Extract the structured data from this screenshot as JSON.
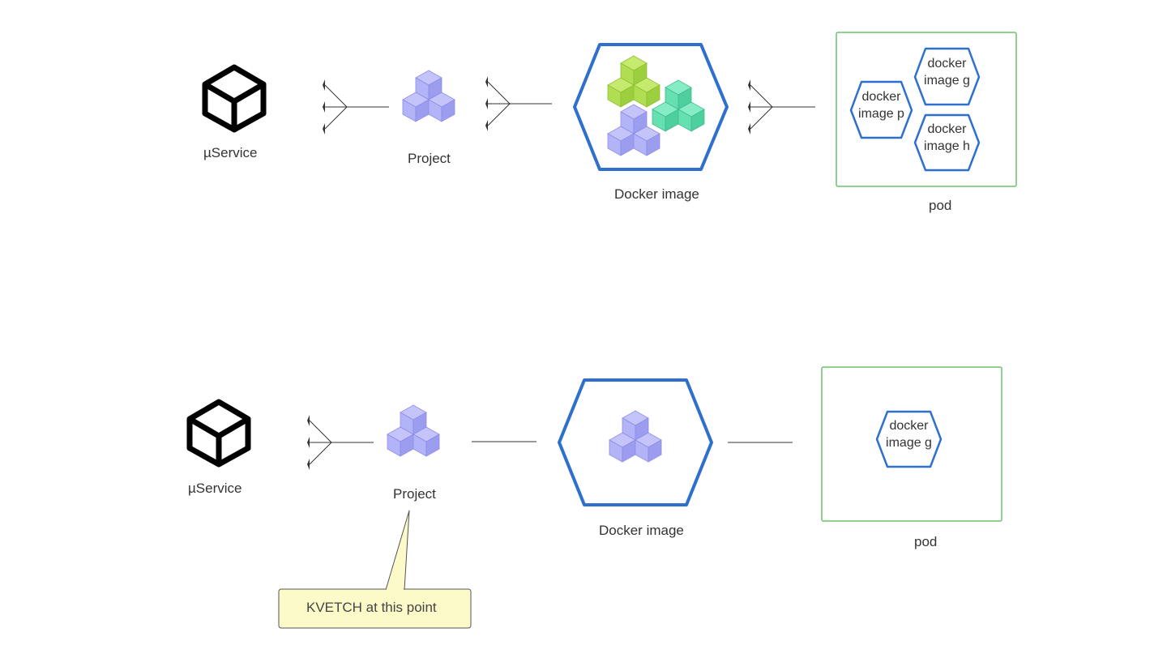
{
  "row1": {
    "service_label": "µService",
    "project_label": "Project",
    "docker_label": "Docker image",
    "pod_label": "pod",
    "pod_images": [
      {
        "line1": "docker",
        "line2": "image p"
      },
      {
        "line1": "docker",
        "line2": "image g"
      },
      {
        "line1": "docker",
        "line2": "image h"
      }
    ]
  },
  "row2": {
    "service_label": "µService",
    "project_label": "Project",
    "docker_label": "Docker image",
    "pod_label": "pod",
    "pod_images": [
      {
        "line1": "docker",
        "line2": "image g"
      }
    ],
    "callout_text": "KVETCH at this point"
  },
  "colors": {
    "hex_border": "#2f6fce",
    "pod_border": "#6cc26c",
    "cube_purple": "#a4a4f4",
    "cube_green": "#a7d84a",
    "cube_teal": "#55d6a6",
    "callout_fill": "#fbfac8",
    "connector": "#333333"
  }
}
